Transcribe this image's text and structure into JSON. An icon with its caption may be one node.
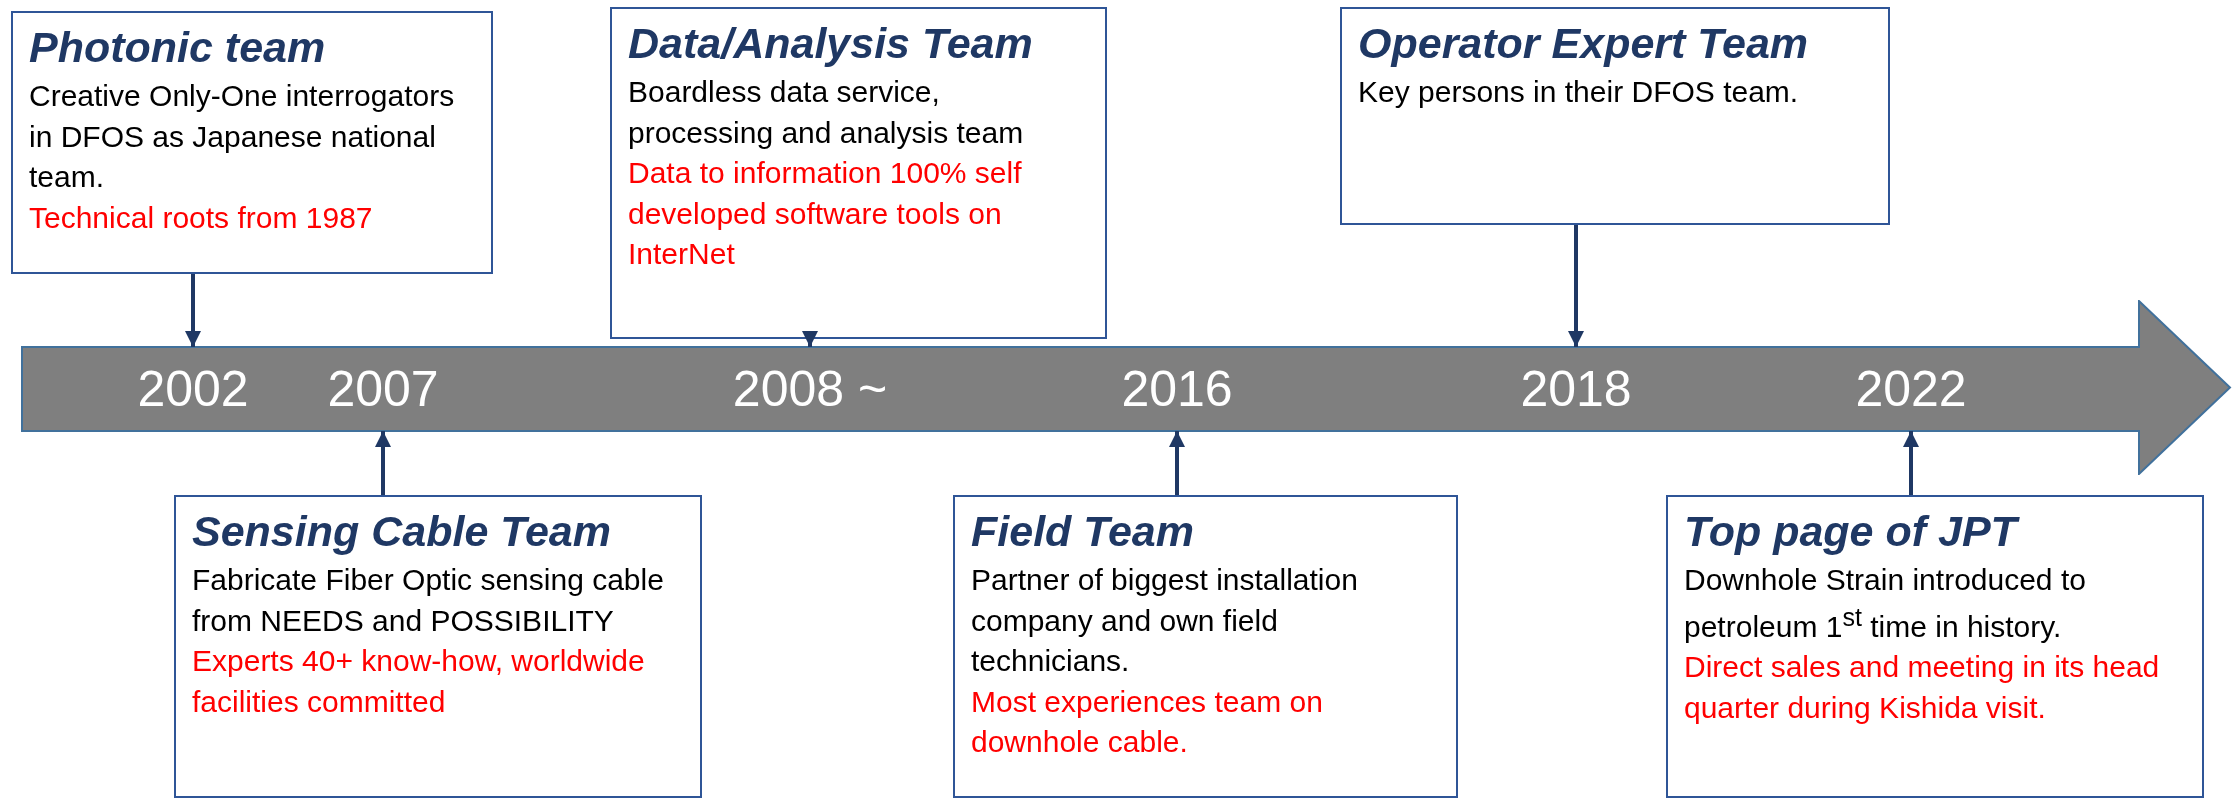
{
  "diagram": {
    "nodes": [
      {
        "text": [],
        "shape": "arrow"
      },
      {
        "text": [
          "2002"
        ],
        "in": 0
      },
      {
        "text": [
          "2007"
        ],
        "in": 0
      },
      {
        "text": [
          "2008 ~"
        ],
        "in": 0
      },
      {
        "text": [
          "2016"
        ],
        "in": 0
      },
      {
        "text": [
          "2018"
        ],
        "in": 0
      },
      {
        "text": [
          "2022"
        ],
        "in": 0
      },
      {
        "text": [
          "Photonic team",
          "Creative Only-One interrogators in DFOS as Japanese national team.",
          "Technical roots from 1987"
        ]
      },
      {
        "text": [
          "Data/Analysis Team",
          "Boardless data service, processing and analysis team",
          "Data to information 100% self developed software tools on InterNet"
        ]
      },
      {
        "text": [
          "Operator Expert Team",
          "Key persons in their DFOS team."
        ]
      },
      {
        "text": [
          "Sensing Cable Team",
          "Fabricate Fiber Optic sensing cable from NEEDS and POSSIBILITY",
          "Experts 40+ know-how, worldwide facilities committed"
        ]
      },
      {
        "text": [
          "Field Team",
          "Partner of biggest installation company and own field technicians.",
          "Most experiences team on downhole cable."
        ]
      },
      {
        "text": [
          "Top page of JPT",
          "Downhole Strain introduced to petroleum 1$^{st}$ time in history.",
          "Direct sales and meeting in its head quarter during Kishida visit."
        ]
      }
    ],
    "edges": [
      {
        "from": 7,
        "to": 1,
        "arrow": "to"
      },
      {
        "from": 8,
        "to": 3,
        "arrow": "to"
      },
      {
        "from": 9,
        "to": 5,
        "arrow": "to"
      },
      {
        "from": 10,
        "to": 2,
        "arrow": "to"
      },
      {
        "from": 11,
        "to": 4,
        "arrow": "to"
      },
      {
        "from": 12,
        "to": 6,
        "arrow": "to"
      }
    ]
  }
}
